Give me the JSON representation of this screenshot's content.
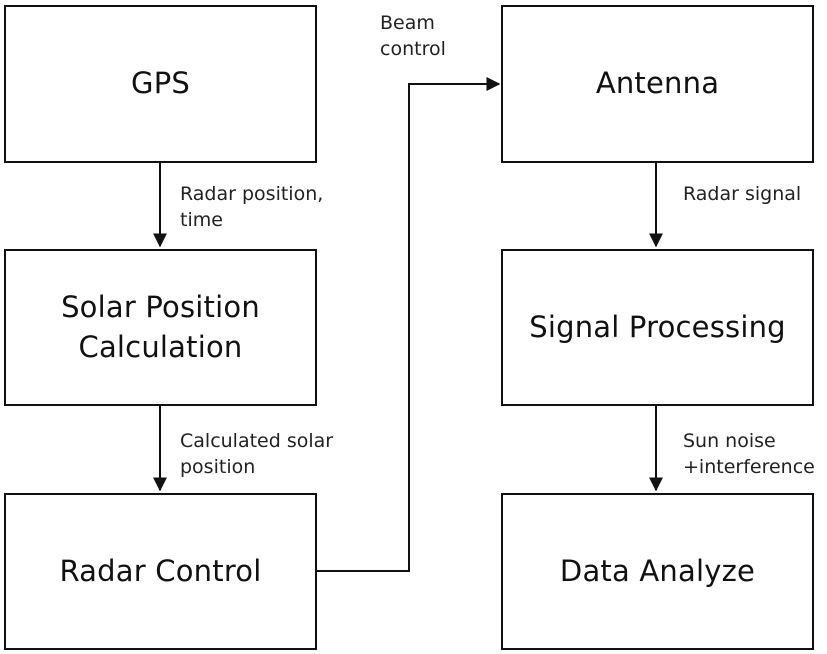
{
  "nodes": {
    "gps": "GPS",
    "solar": "Solar Position\nCalculation",
    "radar_control": "Radar Control",
    "antenna": "Antenna",
    "signal": "Signal Processing",
    "data": "Data Analyze"
  },
  "edges": {
    "gps_to_solar": "Radar position,\ntime",
    "solar_to_control": "Calculated solar\nposition",
    "control_to_antenna": "Beam\ncontrol",
    "antenna_to_signal": "Radar signal",
    "signal_to_data": "Sun noise\n+interference"
  },
  "colors": {
    "line": "#111111"
  }
}
